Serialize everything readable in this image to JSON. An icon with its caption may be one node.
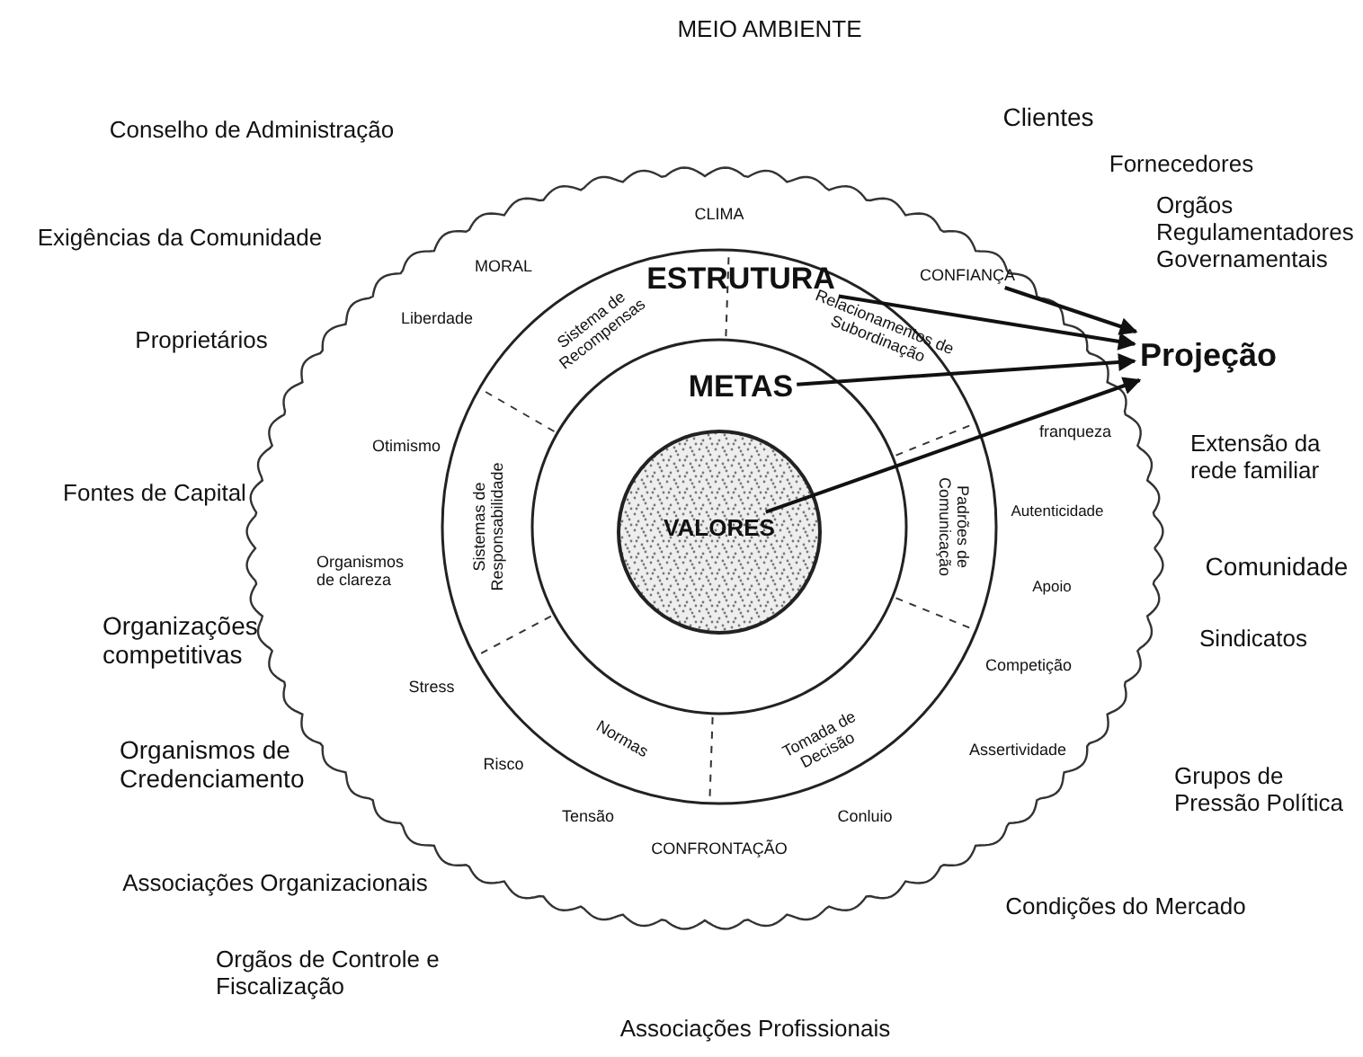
{
  "diagram": {
    "title": "MEIO AMBIENTE",
    "nodes": [
      {
        "text": [
          "CLIMA"
        ]
      },
      {
        "text": [
          "ESTRUTURA"
        ],
        "in": 0
      },
      {
        "text": [
          "METAS"
        ],
        "in": 1
      },
      {
        "text": [
          "VALORES"
        ],
        "in": 2
      },
      {
        "text": [
          "Projeção"
        ]
      },
      {
        "text": [
          "CONFIANÇA"
        ],
        "in": 0
      }
    ],
    "edges": [
      {
        "from": 1,
        "to": 4,
        "arrow": "to"
      },
      {
        "from": 2,
        "to": 4,
        "arrow": "to"
      },
      {
        "from": 3,
        "to": 4,
        "arrow": "to"
      },
      {
        "from": 5,
        "to": 4,
        "arrow": "to"
      }
    ],
    "labels": [
      "Clientes",
      "Conselho de Administração",
      "Fornecedores",
      "MORAL",
      "Exigências da Comunidade",
      "Orgãos Regulamentadores Governamentais",
      "Sistema de Recompensas",
      "Relacionamentos de Subordinação",
      "Liberdade",
      "Proprietários",
      "franqueza",
      "Otimismo",
      "Extensão da rede familiar",
      "Sistemas de Responsabilidade",
      "Padrões de Comunicação",
      "Fontes de Capital",
      "Autenticidade",
      "Organismos de clareza",
      "Comunidade",
      "Apoio",
      "Organizações competitivas",
      "Sindicatos",
      "Stress",
      "Competição",
      "Normas",
      "Tomada de Decisão",
      "Risco",
      "Assertividade",
      "Organismos de Credenciamento",
      "Grupos de Pressão Política",
      "Tensão",
      "Conluio",
      "CONFRONTAÇÃO",
      "Associações Organizacionais",
      "Condições do Mercado",
      "Orgãos de Controle e Fiscalização",
      "Associações Profissionais"
    ]
  }
}
